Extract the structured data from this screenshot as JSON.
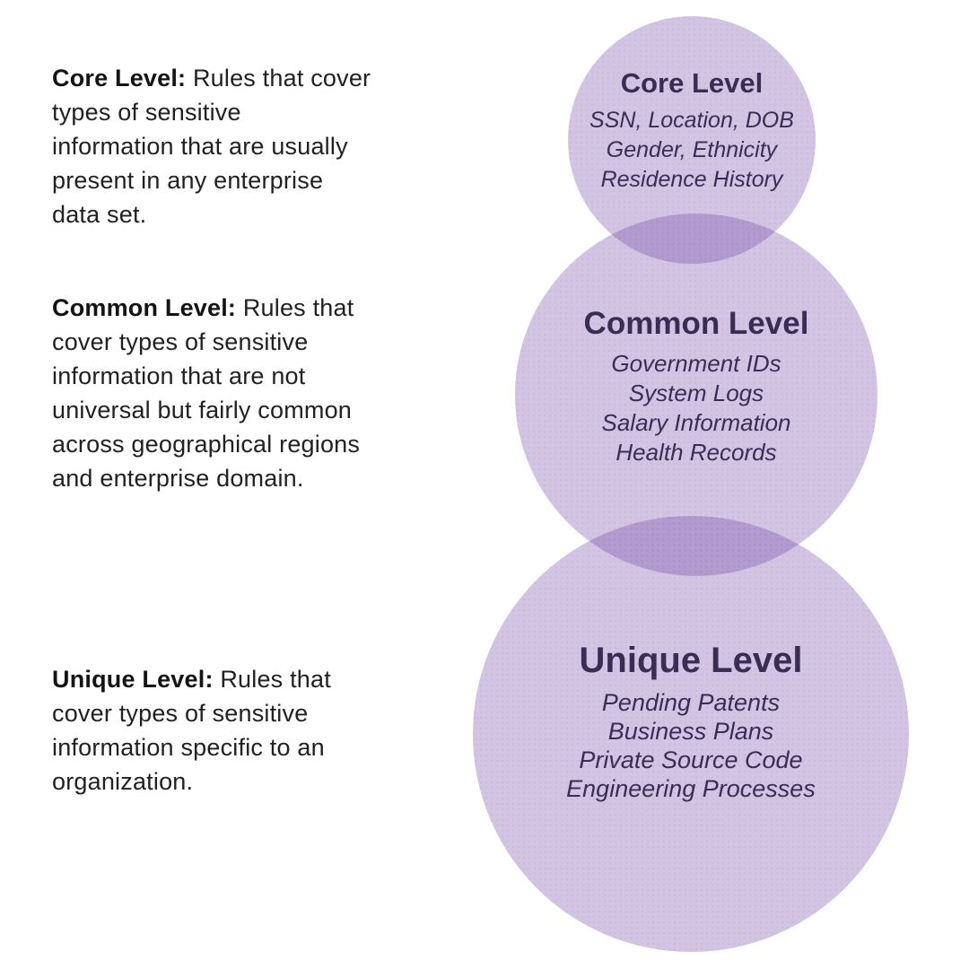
{
  "diagram": {
    "descriptions": [
      {
        "label": "Core Level:",
        "first_line": "Rules that cover",
        "lines": [
          "types of sensitive",
          "information that are usually",
          "present in any enterprise",
          "data set."
        ],
        "full_text": "Core Level: Rules that cover types of sensitive information that are usually present in any enterprise data set."
      },
      {
        "label": "Common Level:",
        "first_line": "Rules that",
        "lines": [
          "cover types of sensitive",
          "information that are not",
          "universal but fairly common",
          "across geographical regions",
          "and enterprise domain."
        ],
        "full_text": "Common Level: Rules that cover types of sensitive information that are not universal but fairly common across geographical regions and enterprise domain."
      },
      {
        "label": "Unique Level:",
        "first_line": "Rules that",
        "lines": [
          "cover types of sensitive",
          "information specific to an",
          "organization."
        ],
        "full_text": "Unique Level: Rules that cover types of sensitive information specific to an organization."
      }
    ],
    "levels": [
      {
        "title": "Core Level",
        "items": [
          "SSN, Location, DOB",
          "Gender, Ethnicity",
          "Residence History"
        ]
      },
      {
        "title": "Common Level",
        "items": [
          "Government IDs",
          "System Logs",
          "Salary Information",
          "Health Records"
        ]
      },
      {
        "title": "Unique Level",
        "items": [
          "Pending Patents",
          "Business Plans",
          "Private Source Code",
          "Engineering Processes"
        ]
      }
    ],
    "colors": {
      "circle_fill": "#693CA0",
      "circle_fill_opacity": "0.30",
      "circle_rendered": "#D2C5E3",
      "circle_overlap_rendered": "#B39CCF",
      "heading_text": "#3A2D55",
      "body_text": "#212121",
      "background": "#FFFFFF"
    }
  }
}
